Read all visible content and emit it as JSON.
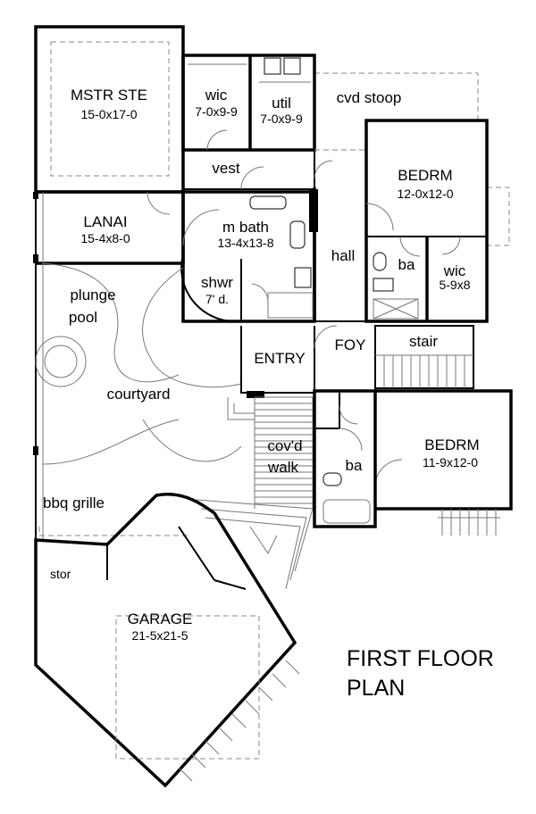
{
  "rooms": {
    "master_suite": {
      "name": "MSTR STE",
      "dims": "15-0x17-0"
    },
    "wic_master": {
      "name": "wic",
      "dims": "7-0x9-9"
    },
    "util": {
      "name": "util",
      "dims": "7-0x9-9"
    },
    "cvd_stoop": {
      "name": "cvd stoop"
    },
    "vest": {
      "name": "vest"
    },
    "bedroom_1": {
      "name": "BEDRM",
      "dims": "12-0x12-0"
    },
    "lanai": {
      "name": "LANAI",
      "dims": "15-4x8-0"
    },
    "m_bath": {
      "name": "m bath",
      "dims": "13-4x13-8"
    },
    "hall": {
      "name": "hall"
    },
    "ba_1": {
      "name": "ba"
    },
    "wic_bed": {
      "name": "wic",
      "dims": "5-9x8"
    },
    "shwr": {
      "name": "shwr",
      "dims": "7' d."
    },
    "plunge_pool": {
      "line1": "plunge",
      "line2": "pool"
    },
    "entry": {
      "name": "ENTRY"
    },
    "foy": {
      "name": "FOY"
    },
    "stair": {
      "name": "stair"
    },
    "courtyard": {
      "name": "courtyard"
    },
    "covd_walk": {
      "line1": "cov'd",
      "line2": "walk"
    },
    "ba_2": {
      "name": "ba"
    },
    "bedroom_2": {
      "name": "BEDRM",
      "dims": "11-9x12-0"
    },
    "bbq": {
      "name": "bbq grille"
    },
    "stor": {
      "name": "stor"
    },
    "garage": {
      "name": "GARAGE",
      "dims": "21-5x21-5"
    }
  },
  "title": {
    "line1": "FIRST FLOOR",
    "line2": "PLAN"
  }
}
